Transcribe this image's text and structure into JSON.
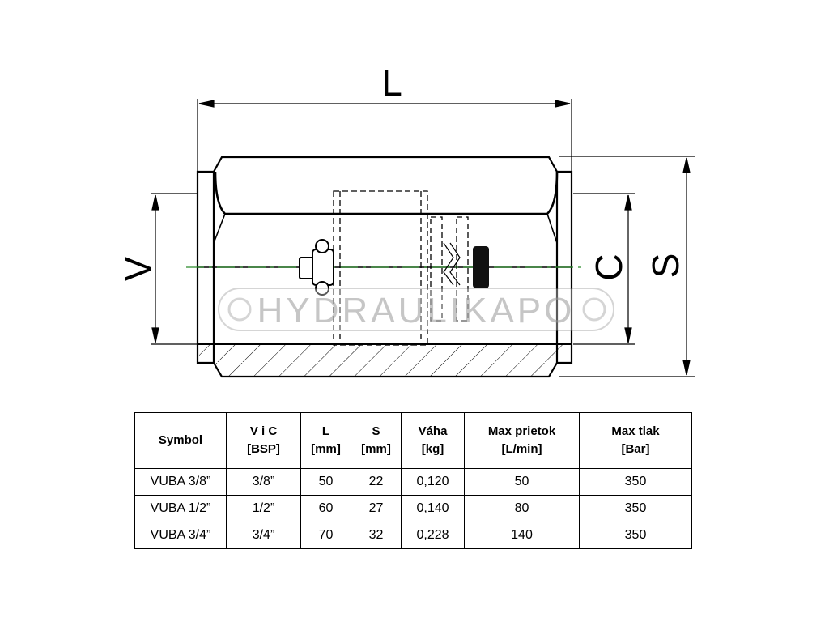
{
  "drawing": {
    "dim_labels": {
      "L": "L",
      "V": "V",
      "C": "C",
      "S": "S"
    },
    "watermark": "HYDRAULIKAPO"
  },
  "table": {
    "headers": [
      {
        "line1": "Symbol",
        "line2": ""
      },
      {
        "line1": "V i C",
        "line2": "[BSP]"
      },
      {
        "line1": "L",
        "line2": "[mm]"
      },
      {
        "line1": "S",
        "line2": "[mm]"
      },
      {
        "line1": "Váha",
        "line2": "[kg]"
      },
      {
        "line1": "Max prietok",
        "line2": "[L/min]"
      },
      {
        "line1": "Max tlak",
        "line2": "[Bar]"
      }
    ],
    "rows": [
      [
        "VUBA 3/8”",
        "3/8”",
        "50",
        "22",
        "0,120",
        "50",
        "350"
      ],
      [
        "VUBA 1/2”",
        "1/2”",
        "60",
        "27",
        "0,140",
        "80",
        "350"
      ],
      [
        "VUBA 3/4”",
        "3/4”",
        "70",
        "32",
        "0,228",
        "140",
        "350"
      ]
    ]
  }
}
